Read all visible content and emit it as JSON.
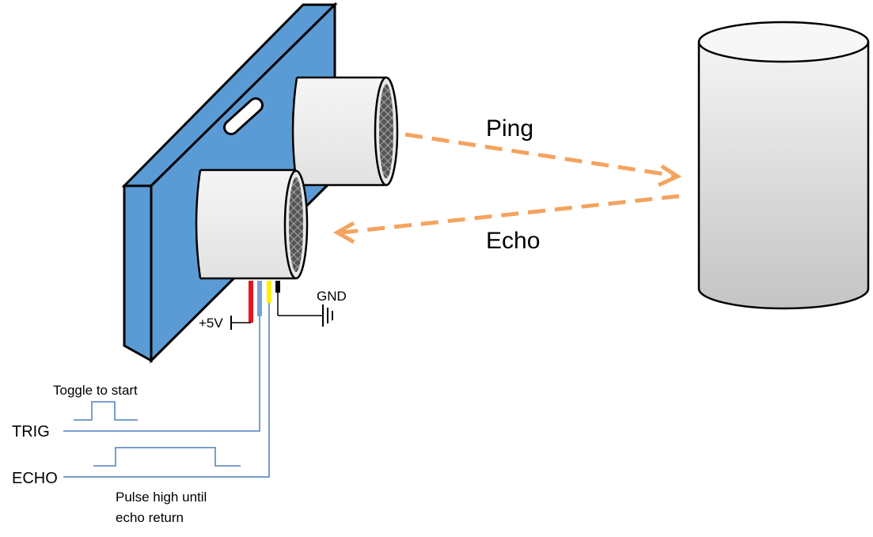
{
  "labels": {
    "ping": "Ping",
    "echo_arrow": "Echo",
    "gnd": "GND",
    "vcc": "+5V",
    "toggle": "Toggle to start",
    "trig": "TRIG",
    "echo_pin": "ECHO",
    "pulse_line1": "Pulse high until",
    "pulse_line2": "echo return"
  },
  "colors": {
    "board": "#5b9bd5",
    "board_outline": "#000000",
    "transducer": "#ececec",
    "arrow": "#f4a35f",
    "wire_red": "#e8141c",
    "wire_blue": "#7aa0d8",
    "wire_yellow": "#fff200",
    "wire_black": "#000000",
    "signal_line": "#4f7fc0"
  }
}
